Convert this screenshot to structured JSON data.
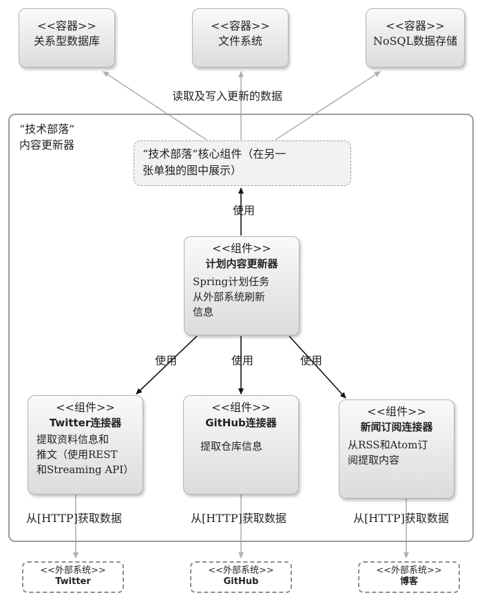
{
  "containers": [
    {
      "stereotype": "<<容器>>",
      "name": "关系型数据库"
    },
    {
      "stereotype": "<<容器>>",
      "name": "文件系统"
    },
    {
      "stereotype": "<<容器>>",
      "name": "NoSQL数据存储"
    }
  ],
  "read_write_label": "读取及写入更新的数据",
  "system_boundary": {
    "line1": "“技术部落”",
    "line2": "内容更新器"
  },
  "core_group": {
    "line1": "“技术部落”核心组件（在另一",
    "line2": "张单独的图中展示）"
  },
  "uses_label": "使用",
  "scheduler": {
    "stereotype": "<<组件>>",
    "name": "计划内容更新器",
    "desc": [
      "Spring计划任务",
      "从外部系统刷新",
      "信息"
    ]
  },
  "connectors": [
    {
      "stereotype": "<<组件>>",
      "name": "Twitter连接器",
      "desc": [
        "提取资料信息和",
        "推文（使用REST",
        "和Streaming API）"
      ]
    },
    {
      "stereotype": "<<组件>>",
      "name": "GitHub连接器",
      "desc": [
        "提取仓库信息"
      ]
    },
    {
      "stereotype": "<<组件>>",
      "name": "新闻订阅连接器",
      "desc": [
        "从RSS和Atom订",
        "阅提取内容"
      ]
    }
  ],
  "fetch_label": "从[HTTP]获取数据",
  "external_systems": [
    {
      "stereotype": "<<外部系统>>",
      "name": "Twitter"
    },
    {
      "stereotype": "<<外部系统>>",
      "name": "GitHub"
    },
    {
      "stereotype": "<<外部系统>>",
      "name": "博客"
    }
  ]
}
